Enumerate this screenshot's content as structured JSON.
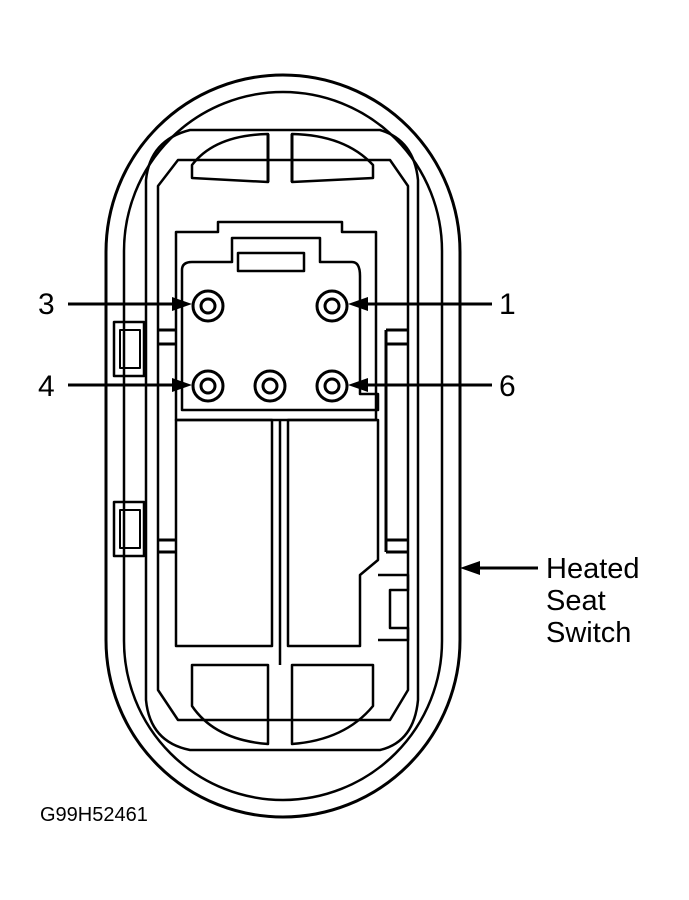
{
  "pins": {
    "p3": "3",
    "p1": "1",
    "p4": "4",
    "p6": "6"
  },
  "callout": {
    "line1": "Heated",
    "line2": "Seat",
    "line3": "Switch"
  },
  "figure_id": "G99H52461",
  "colors": {
    "ink": "#000000",
    "paper": "#ffffff"
  }
}
